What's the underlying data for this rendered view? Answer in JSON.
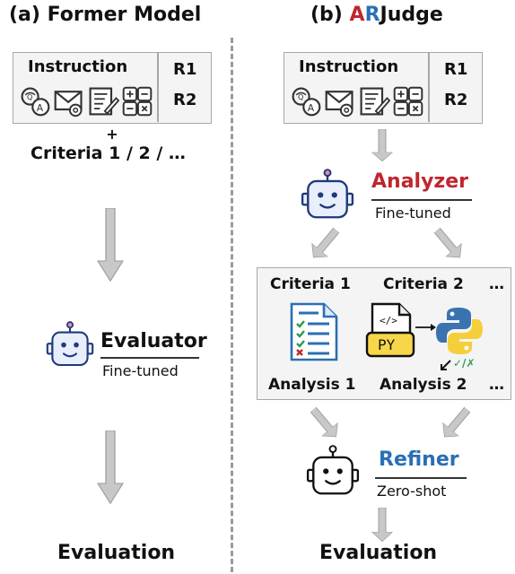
{
  "left": {
    "title": "(a) Former Model",
    "instruction": "Instruction",
    "r1": "R1",
    "r2": "R2",
    "plus": "+",
    "criteria": "Criteria 1 / 2 / …",
    "agent_name": "Evaluator",
    "agent_sub": "Fine-tuned",
    "output": "Evaluation"
  },
  "right": {
    "title_a": "(b) ",
    "title_ar_a": "A",
    "title_ar_r": "R",
    "title_rest": "Judge",
    "instruction": "Instruction",
    "r1": "R1",
    "r2": "R2",
    "analyzer_name": "Analyzer",
    "analyzer_sub": "Fine-tuned",
    "criteria_1": "Criteria 1",
    "criteria_2": "Criteria 2",
    "ellipsis": "…",
    "analysis_1": "Analysis 1",
    "analysis_2": "Analysis 2",
    "py_label": "PY",
    "check_marks": "✓/✗",
    "refiner_name": "Refiner",
    "refiner_sub": "Zero-shot",
    "output": "Evaluation"
  },
  "colors": {
    "analyzer": "#c0262e",
    "refiner": "#2a6fb5",
    "robot_fill": "#e8eefb",
    "robot_outline": "#1f3a7a",
    "py_yellow": "#f7d64a",
    "arrow_gray": "#c8c8c8"
  },
  "icons": [
    "search-chat-icon",
    "mail-icon",
    "document-edit-icon",
    "calculator-icon",
    "robot-icon",
    "checklist-document-icon",
    "python-file-icon",
    "python-logo-icon"
  ]
}
